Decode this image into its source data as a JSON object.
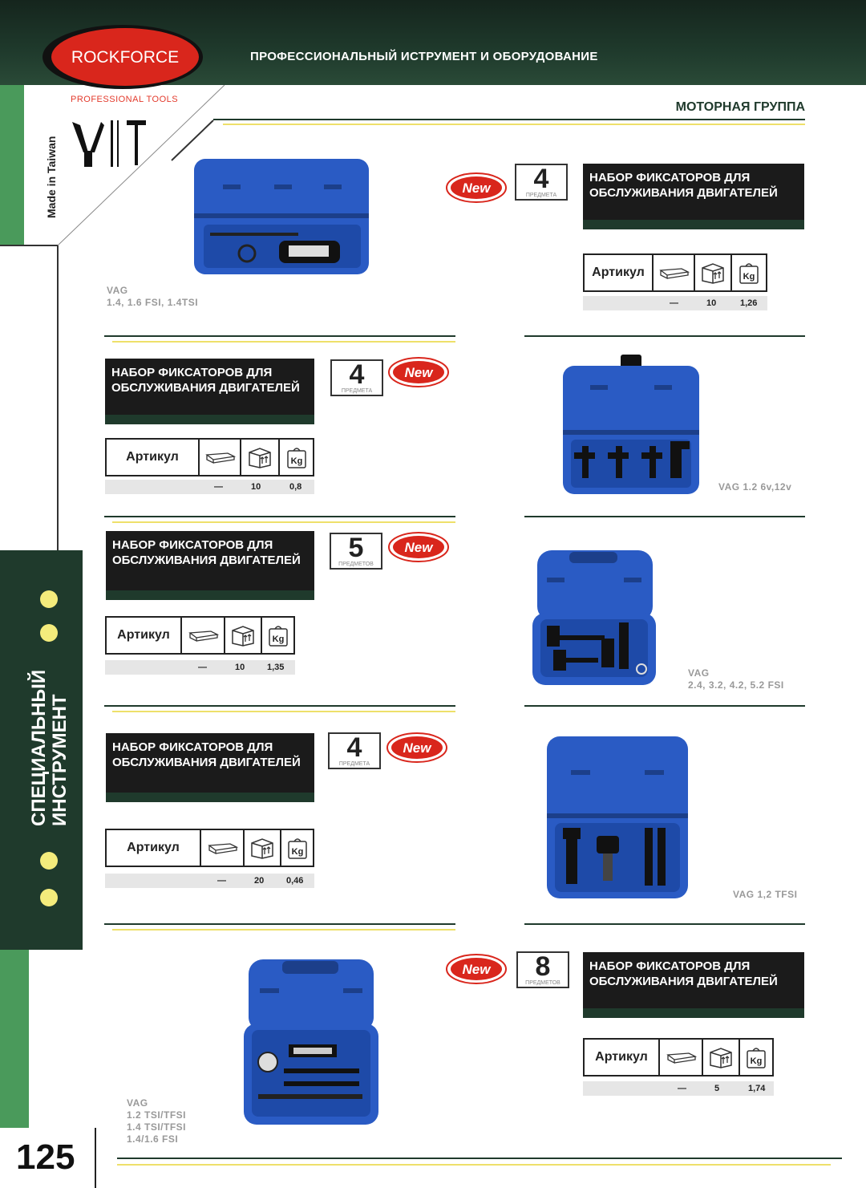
{
  "header": {
    "title": "ПРОФЕССИОНАЛЬНЫЙ ИСТРУМЕНТ И ОБОРУДОВАНИЕ",
    "brand": "ROCKFORCE",
    "brand_sub": "PROFESSIONAL TOOLS"
  },
  "made_in": "Made in Taiwan",
  "section": "МОТОРНАЯ ГРУППА",
  "side_label": [
    "СПЕЦИАЛЬНЫЙ",
    "ИНСТРУМЕНТ"
  ],
  "spec_label": "Артикул",
  "new_label": "New",
  "count_labels": {
    "few": "ПРЕДМЕТА",
    "many": "ПРЕДМЕТОВ"
  },
  "products": [
    {
      "title": "НАБОР ФИКСАТОРОВ ДЛЯ ОБСЛУЖИВАНИЯ ДВИГАТЕЛЕЙ",
      "count": "4",
      "count_label": "ПРЕДМЕТА",
      "article": "—",
      "qty": "10",
      "weight": "1,26",
      "caption": [
        "VAG",
        "1.4, 1.6 FSI, 1.4TSI"
      ]
    },
    {
      "title": "НАБОР ФИКСАТОРОВ ДЛЯ ОБСЛУЖИВАНИЯ ДВИГАТЕЛЕЙ",
      "count": "4",
      "count_label": "ПРЕДМЕТА",
      "article": "—",
      "qty": "10",
      "weight": "0,8",
      "caption": [
        "VAG 1.2 6v,12v"
      ]
    },
    {
      "title": "НАБОР ФИКСАТОРОВ ДЛЯ ОБСЛУЖИВАНИЯ ДВИГАТЕЛЕЙ",
      "count": "5",
      "count_label": "ПРЕДМЕТОВ",
      "article": "—",
      "qty": "10",
      "weight": "1,35",
      "caption": [
        "VAG",
        "2.4, 3.2, 4.2, 5.2 FSI"
      ]
    },
    {
      "title": "НАБОР ФИКСАТОРОВ ДЛЯ ОБСЛУЖИВАНИЯ ДВИГАТЕЛЕЙ",
      "count": "4",
      "count_label": "ПРЕДМЕТА",
      "article": "—",
      "qty": "20",
      "weight": "0,46",
      "caption": [
        "VAG 1,2 TFSI"
      ]
    },
    {
      "title": "НАБОР ФИКСАТОРОВ ДЛЯ ОБСЛУЖИВАНИЯ ДВИГАТЕЛЕЙ",
      "count": "8",
      "count_label": "ПРЕДМЕТОВ",
      "article": "—",
      "qty": "5",
      "weight": "1,74",
      "caption": [
        "VAG",
        "1.2 TSI/TFSI",
        "1.4 TSI/TFSI",
        "1.4/1.6 FSI"
      ]
    }
  ],
  "page_number": "125",
  "colors": {
    "dark_green": "#1f3a2c",
    "green": "#4a9a5b",
    "case_blue": "#2a5bc4",
    "accent_red": "#d9261c",
    "dot_yellow": "#f4ec7c"
  }
}
